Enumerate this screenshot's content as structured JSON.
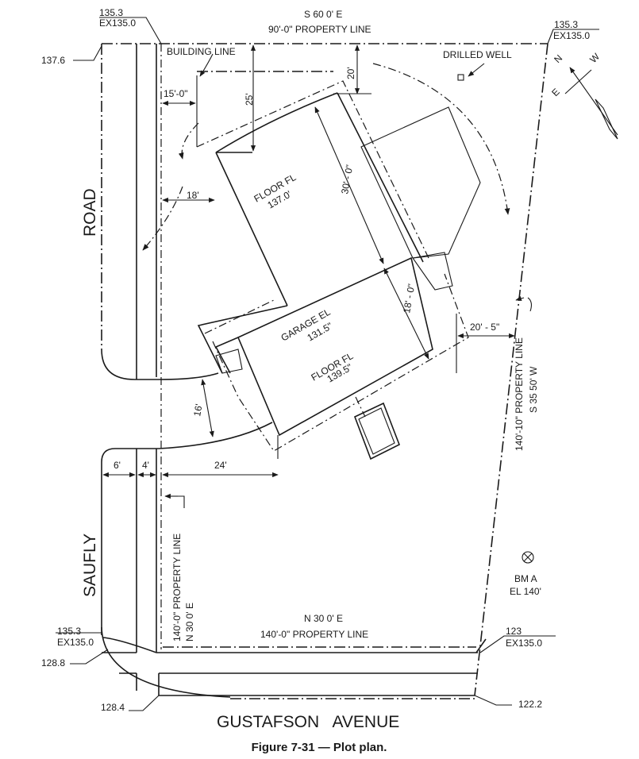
{
  "figure": {
    "caption": "Figure 7-31 — Plot plan.",
    "colors": {
      "line": "#1a1a1a",
      "background": "#ffffff"
    }
  },
  "streets": {
    "road": "ROAD",
    "saufly": "SAUFLY",
    "gustafson": "GUSTAFSON   AVENUE"
  },
  "property_lines": {
    "top_bearing": "S 60 0' E",
    "top_length": "90'-0\" PROPERTY LINE",
    "right_length": "140'-10\" PROPERTY LINE",
    "right_bearing": "S 35 50' W",
    "left_length": "140'-0\" PROPERTY LINE",
    "left_bearing": "N 30 0' E",
    "bottom_bearing": "N 30 0' E",
    "bottom_length": "140'-0\" PROPERTY LINE"
  },
  "elevations": {
    "top_left": {
      "proposed": "135.3",
      "existing": "EX135.0"
    },
    "top_left_corner": "137.6",
    "top_right": {
      "proposed": "135.3",
      "existing": "EX135.0"
    },
    "bottom_left": {
      "proposed": "135.3",
      "existing": "EX135.0"
    },
    "bottom_left_corner": "128.8",
    "bottom_left_street": "128.4",
    "bottom_right": {
      "proposed": "123",
      "existing": "EX135.0"
    },
    "bottom_right_street": "122.2"
  },
  "labels": {
    "building_line": "BUILDING LINE",
    "drilled_well": "DRILLED WELL",
    "floor_upper": "FLOOR FL",
    "floor_upper_el": "137.0'",
    "garage": "GARAGE EL",
    "garage_el": "131.5\"",
    "floor_lower": "FLOOR FL",
    "floor_lower_el": "139.5\"",
    "benchmark": "BM A",
    "benchmark_el": "EL 140'"
  },
  "dimensions": {
    "d15": "15'-0\"",
    "d25": "25'",
    "d20": "20'",
    "d30": "30' - 0\"",
    "d18": "18'",
    "d18b": "18' - 0\"",
    "d20_5": "20' - 5\"",
    "d16": "16'",
    "d6": "6'",
    "d4": "4'",
    "d24": "24'"
  },
  "compass": {
    "n": "N",
    "w": "W",
    "e": "E"
  }
}
